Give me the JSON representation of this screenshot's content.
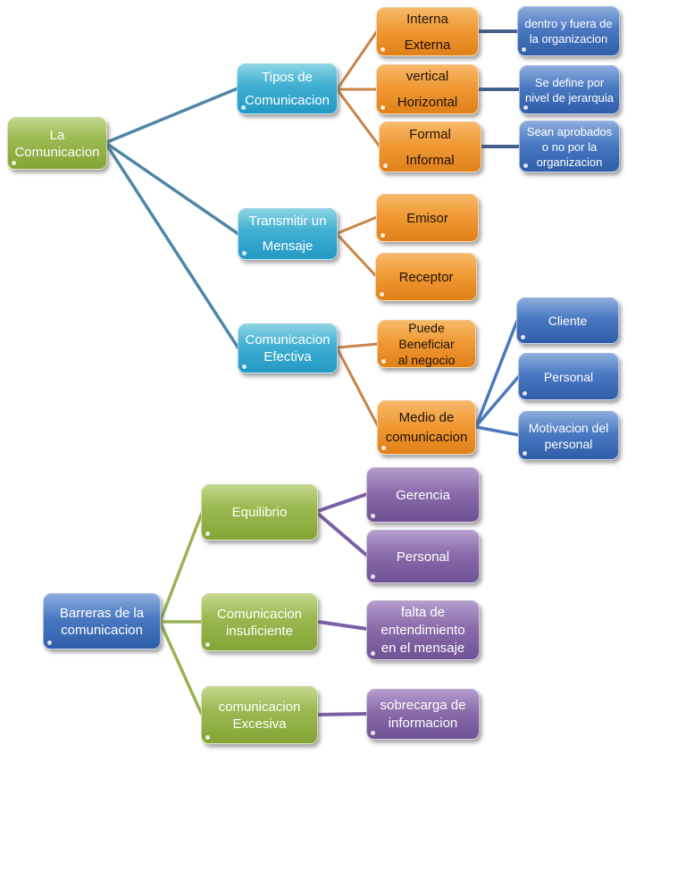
{
  "nodes": {
    "la_comunicacion": {
      "label": "La\nComunicacion"
    },
    "tipos_de_comunicacion": {
      "label": "Tipos de\nComunicacion"
    },
    "transmitir_un_mensaje": {
      "label": "Transmitir un\nMensaje"
    },
    "comunicacion_efectiva": {
      "label": "Comunicacion\nEfectiva"
    },
    "interna_externa": {
      "label": "Interna\nExterna"
    },
    "vertical_horizontal": {
      "label": "vertical\nHorizontal"
    },
    "formal_informal": {
      "label": "Formal\nInformal"
    },
    "dentro_y_fuera": {
      "label": "dentro y fuera de\nla organizacion"
    },
    "se_define": {
      "label": "Se define por\nnivel de jerarquia"
    },
    "sean_aprobados": {
      "label": "Sean aprobados\no no por la\norganizacion"
    },
    "emisor": {
      "label": "Emisor"
    },
    "receptor": {
      "label": "Receptor"
    },
    "puede_beneficiar": {
      "label": "Puede Beneficiar\nal negocio"
    },
    "medio_de_comunicacion": {
      "label": "Medio de\ncomunicacion"
    },
    "cliente": {
      "label": "Cliente"
    },
    "personal_blue": {
      "label": "Personal"
    },
    "motivacion_personal": {
      "label": "Motivacion del\npersonal"
    },
    "barreras": {
      "label": "Barreras de la\ncomunicacion"
    },
    "equilibrio": {
      "label": "Equilibrio"
    },
    "comunicacion_insuficiente": {
      "label": "Comunicacion\ninsuficiente"
    },
    "comunicacion_excesiva": {
      "label": "comunicacion\nExcesiva"
    },
    "gerencia": {
      "label": "Gerencia"
    },
    "personal_purple": {
      "label": "Personal"
    },
    "falta_entendimiento": {
      "label": "falta de\nentendimiento\nen el mensaje"
    },
    "sobrecarga": {
      "label": "sobrecarga de\ninformacion"
    }
  },
  "colors": {
    "box_green": "#8fae3e",
    "box_teal": "#2ea5cb",
    "box_orange": "#ee9430",
    "box_blue": "#3a6cb4",
    "box_purple": "#7b5c9e",
    "connector_steel_blue": "#4e86a6",
    "connector_orange": "#c88448",
    "connector_dark_blue": "#44608c",
    "connector_blue": "#4a7abc",
    "connector_green": "#9ab254",
    "connector_purple": "#7a5fa5"
  }
}
